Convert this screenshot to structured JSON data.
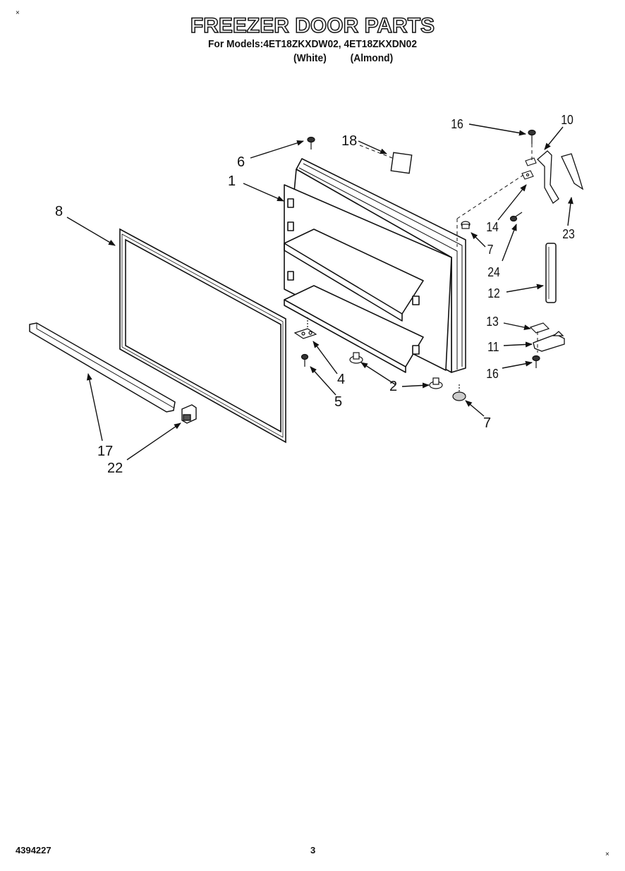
{
  "header": {
    "title": "FREEZER DOOR PARTS",
    "subtitle": "For Models:4ET18ZKXDW02, 4ET18ZKXDN02",
    "variant_white": "(White)",
    "variant_almond": "(Almond)"
  },
  "corner_marks": {
    "top_left": "×",
    "bottom_right": "×"
  },
  "callouts": {
    "c1": "1",
    "c2": "2",
    "c4": "4",
    "c5": "5",
    "c6": "6",
    "c7a": "7",
    "c7b": "7",
    "c8": "8",
    "c10": "10",
    "c11": "11",
    "c12": "12",
    "c13": "13",
    "c14": "14",
    "c16a": "16",
    "c16b": "16",
    "c17": "17",
    "c18": "18",
    "c22": "22",
    "c23": "23",
    "c24": "24"
  },
  "footer": {
    "doc_number": "4394227",
    "page_number": "3"
  }
}
